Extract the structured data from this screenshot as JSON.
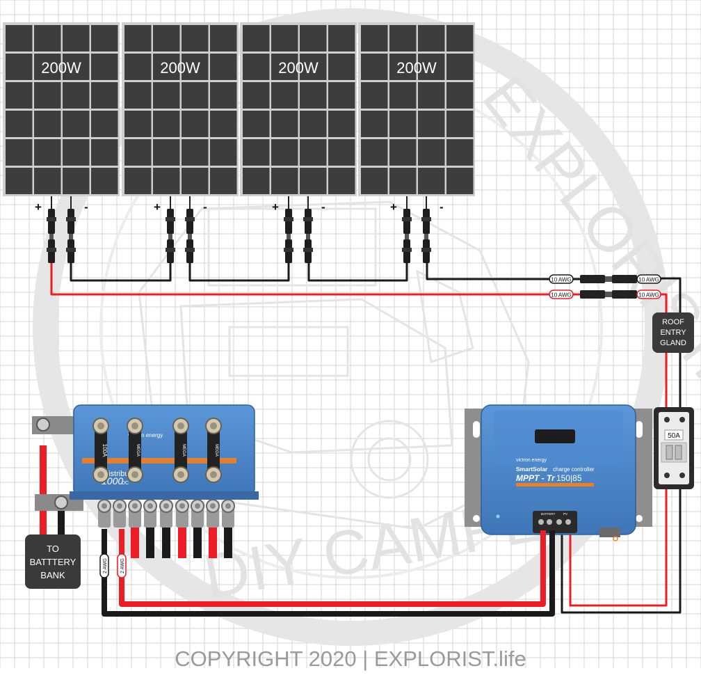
{
  "panels": [
    {
      "label": "200W",
      "plus": "+",
      "minus": "-"
    },
    {
      "label": "200W",
      "plus": "+",
      "minus": "-"
    },
    {
      "label": "200W",
      "plus": "+",
      "minus": "-"
    },
    {
      "label": "200W",
      "plus": "+",
      "minus": "-"
    }
  ],
  "wire_tags": {
    "pv_black_left": "10 AWG",
    "pv_black_right": "10 AWG",
    "pv_red_left": "10 AWG",
    "pv_red_right": "10 AWG",
    "battery_black": "2 AWG",
    "battery_red": "2 AWG"
  },
  "gland": {
    "line1": "ROOF",
    "line2": "ENTRY",
    "line3": "GLAND"
  },
  "breaker": {
    "rating": "50A"
  },
  "battery": {
    "line1": "TO",
    "line2": "BATTTERY",
    "line3": "BANK"
  },
  "busbar": {
    "brand": "victron energy",
    "model": "1000",
    "subtitle": "distributor",
    "dc": "DC",
    "fuse_main": "100A",
    "fuse_mega": "MEGA"
  },
  "controller": {
    "brand": "victron energy",
    "name_bold": "SmartSolar",
    "name_rest": "charge controller",
    "model": "MPPT - Tr",
    "rating": "150|85",
    "battery_label": "BATTERY",
    "pv_label": "PV"
  },
  "watermark": {
    "ring_text_top": "EXPLORIST.life",
    "ring_text_bottom": "DIY CAMPER"
  },
  "footer": {
    "copyright": "COPYRIGHT 2020 | EXPLORIST.life"
  },
  "colors": {
    "wire_red": "#ee1c24",
    "wire_black": "#1a1a1a",
    "victron_blue": "#4a86c8",
    "panel_cell": "#3d3d3d",
    "panel_frame": "#cfcfcf",
    "grid": "#d4d4d4"
  }
}
